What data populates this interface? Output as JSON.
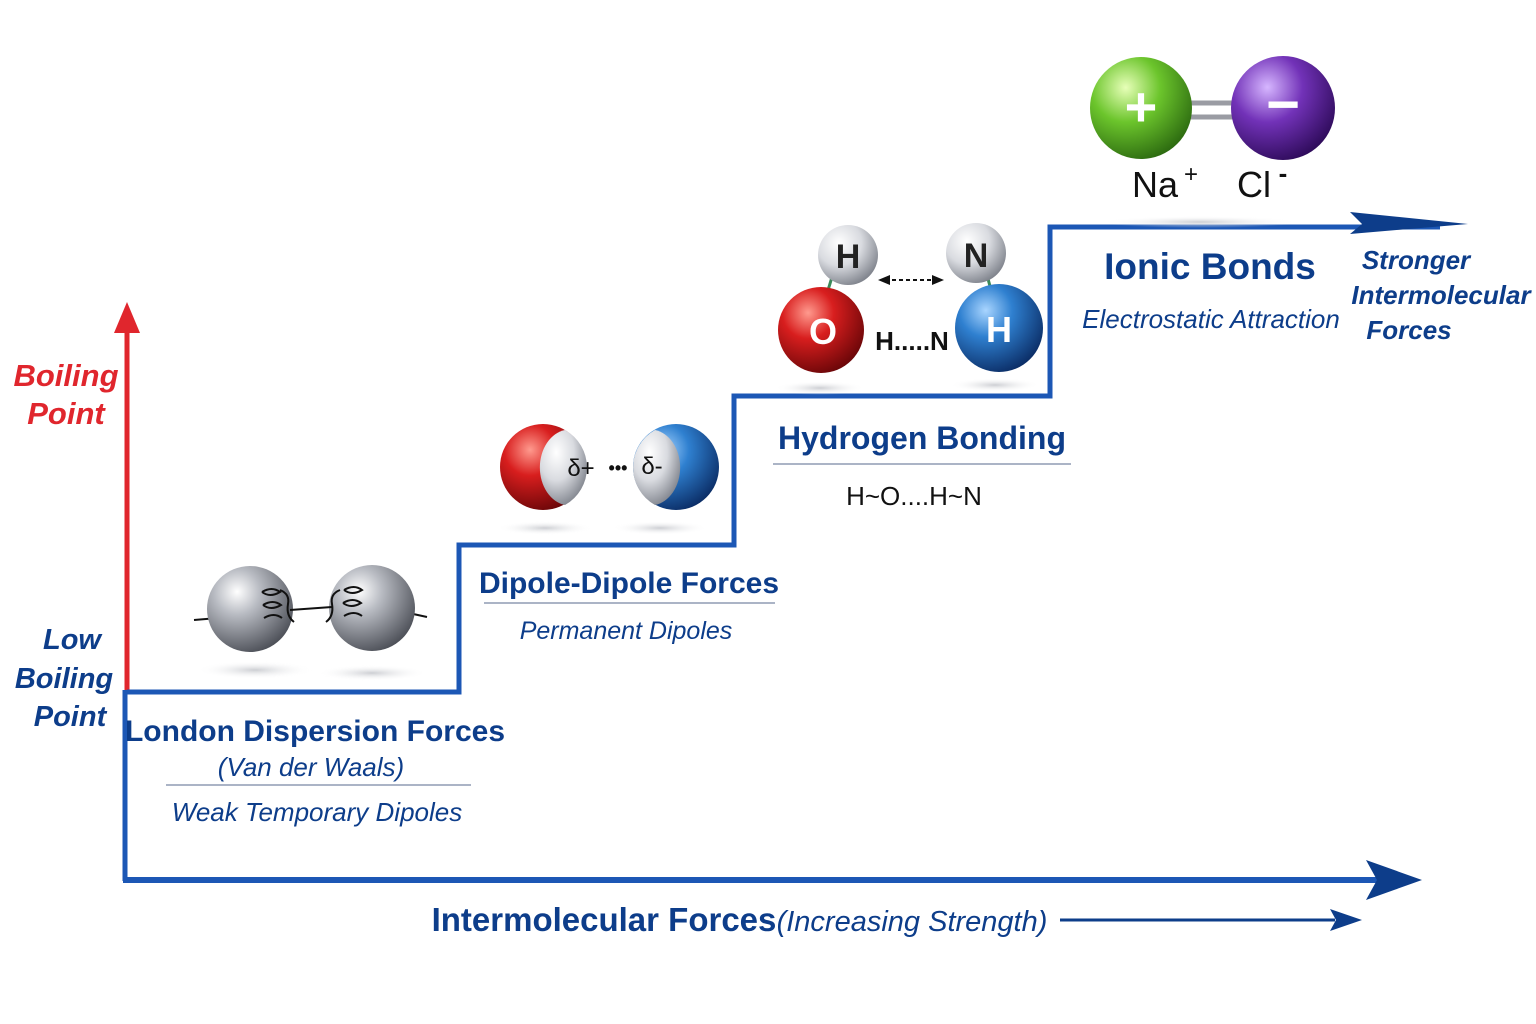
{
  "axes": {
    "y_label_line1": "Boiling",
    "y_label_line2": "Point",
    "low_label_line1": "Low",
    "low_label_line2": "Boiling",
    "low_label_line3": "Point",
    "x_label_main": "Intermolecular Forces",
    "x_label_paren": "(Increasing Strength)",
    "strong_label_line1": "Stronger",
    "strong_label_line2": "Intermolecular",
    "strong_label_line3": "Forces"
  },
  "steps": [
    {
      "title": "London Dispersion Forces",
      "subtitle": "(Van der Waals)",
      "description": "Weak Temporary Dipoles"
    },
    {
      "title": "Dipole-Dipole Forces",
      "description": "Permanent Dipoles",
      "partial_pos": "δ+",
      "dots": "•••",
      "partial_neg": "δ-"
    },
    {
      "title": "Hydrogen Bonding",
      "description": "H~O....H~N",
      "atom_h1": "H",
      "atom_n": "N",
      "atom_o": "O",
      "atom_h2": "H",
      "bond_label": "H.....N"
    },
    {
      "title": "Ionic Bonds",
      "description": "Electrostatic Attraction",
      "cation_symbol": "+",
      "anion_symbol": "−",
      "cation_label": "Na",
      "cation_charge": "+",
      "anion_label": "Cl",
      "anion_charge": "-"
    }
  ],
  "colors": {
    "axis_blue": "#1c57b5",
    "title_blue": "#0d3d8a",
    "boiling_red": "#e0262d",
    "oxygen_red": "#c8151b",
    "hydrogen_blue": "#1f6fc0",
    "sodium_green": "#5fbf2a",
    "chlorine_purple": "#6a2aa8",
    "atom_gray": "#8d9098"
  }
}
